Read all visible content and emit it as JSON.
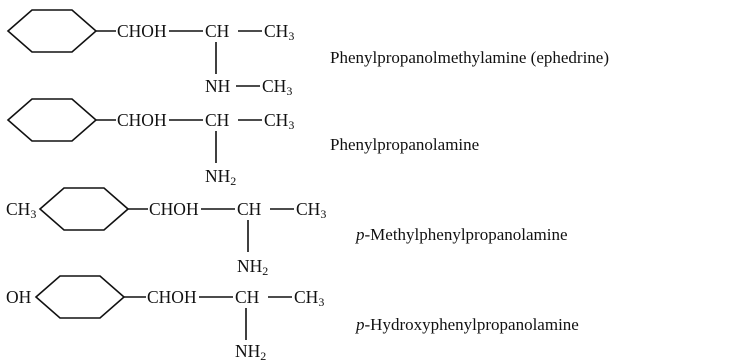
{
  "compounds": [
    {
      "prefix": "",
      "chain_a": "CHOH",
      "chain_b": "CH",
      "chain_c": "CH",
      "chain_c_sub": "3",
      "amine": "NH",
      "amine_tail": "CH",
      "amine_tail_sub": "3",
      "amine_sub": "",
      "name_prefix": "",
      "name": "Phenylpropanolmethylamine (ephedrine)"
    },
    {
      "prefix": "",
      "chain_a": "CHOH",
      "chain_b": "CH",
      "chain_c": "CH",
      "chain_c_sub": "3",
      "amine": "NH",
      "amine_tail": "",
      "amine_tail_sub": "",
      "amine_sub": "2",
      "name_prefix": "",
      "name": "Phenylpropanolamine"
    },
    {
      "prefix": "CH",
      "prefix_sub": "3",
      "chain_a": "CHOH",
      "chain_b": "CH",
      "chain_c": "CH",
      "chain_c_sub": "3",
      "amine": "NH",
      "amine_tail": "",
      "amine_tail_sub": "",
      "amine_sub": "2",
      "name_prefix": "p",
      "name": "-Methylphenylpropanolamine"
    },
    {
      "prefix": "OH",
      "prefix_sub": "",
      "chain_a": "CHOH",
      "chain_b": "CH",
      "chain_c": "CH",
      "chain_c_sub": "3",
      "amine": "NH",
      "amine_tail": "",
      "amine_tail_sub": "",
      "amine_sub": "2",
      "name_prefix": "p",
      "name": "-Hydroxyphenylpropanolamine"
    }
  ]
}
